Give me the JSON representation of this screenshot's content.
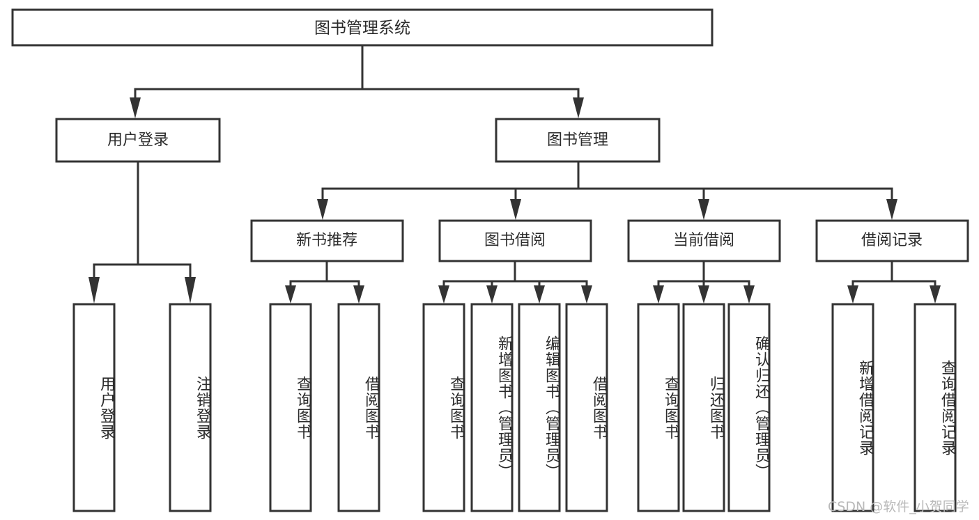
{
  "diagram": {
    "title_node": {
      "label": "图书管理系统"
    },
    "level2": [
      {
        "id": "user-login",
        "label": "用户登录"
      },
      {
        "id": "book-management",
        "label": "图书管理"
      }
    ],
    "level3": [
      {
        "id": "new-book-recommend",
        "label": "新书推荐"
      },
      {
        "id": "book-borrow",
        "label": "图书借阅"
      },
      {
        "id": "current-borrow",
        "label": "当前借阅"
      },
      {
        "id": "borrow-record",
        "label": "借阅记录"
      }
    ],
    "leaves": {
      "user_login": [
        {
          "id": "leaf-user-login",
          "label": "用户登录"
        },
        {
          "id": "leaf-logout-login",
          "label": "注销登录"
        }
      ],
      "new_book_recommend": [
        {
          "id": "leaf-query-book-1",
          "label": "查询图书"
        },
        {
          "id": "leaf-borrow-book-1",
          "label": "借阅图书"
        }
      ],
      "book_borrow": [
        {
          "id": "leaf-query-book-2",
          "label": "查询图书"
        },
        {
          "id": "leaf-add-book",
          "label": "新增图书（管理员）"
        },
        {
          "id": "leaf-edit-book",
          "label": "编辑图书（管理员）"
        },
        {
          "id": "leaf-borrow-book-2",
          "label": "借阅图书"
        }
      ],
      "current_borrow": [
        {
          "id": "leaf-query-book-3",
          "label": "查询图书"
        },
        {
          "id": "leaf-return-book",
          "label": "归还图书"
        },
        {
          "id": "leaf-confirm-return",
          "label": "确认归还（管理员）"
        }
      ],
      "borrow_record": [
        {
          "id": "leaf-add-borrow-record",
          "label": "新增借阅记录"
        },
        {
          "id": "leaf-query-borrow-record",
          "label": "查询借阅记录"
        }
      ]
    },
    "watermark": {
      "text": "CSDN @软件_小贺同学"
    },
    "colors": {
      "stroke": "#333333",
      "box_fill": "#ffffff",
      "text": "#2b2b2b",
      "watermark": "#b9b9b9",
      "background": "#ffffff"
    }
  }
}
